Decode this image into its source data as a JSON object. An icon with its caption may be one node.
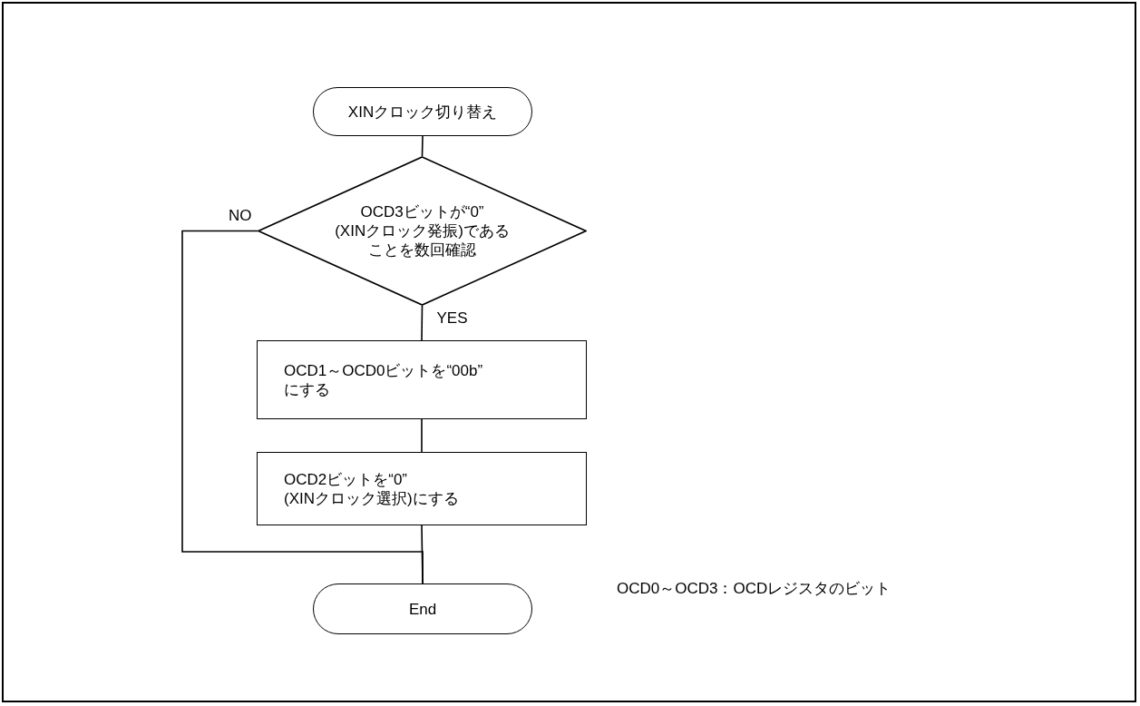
{
  "diagram": {
    "nodes": [
      {
        "text": [
          "XINクロック切り替え"
        ]
      },
      {
        "text": [
          "OCD3ビットが“0”(XINクロック発振)であることを数回確認"
        ]
      },
      {
        "text": [
          "OCD1～OCD0ビットを“00b”にする"
        ]
      },
      {
        "text": [
          "OCD2ビットを“0”(XINクロック選択)にする"
        ]
      },
      {
        "text": [
          "End"
        ]
      }
    ],
    "edges": [
      {
        "from": 0,
        "to": 1,
        "arrow": "none"
      },
      {
        "from": 1,
        "to": 2,
        "arrow": "none",
        "label": "YES"
      },
      {
        "from": 2,
        "to": 3,
        "arrow": "none"
      },
      {
        "from": 3,
        "to": 4,
        "arrow": "none"
      },
      {
        "from": 1,
        "to": 4,
        "arrow": "none",
        "label": "NO"
      }
    ],
    "labels": [
      "OCD0～OCD3：OCDレジスタのビット"
    ]
  }
}
